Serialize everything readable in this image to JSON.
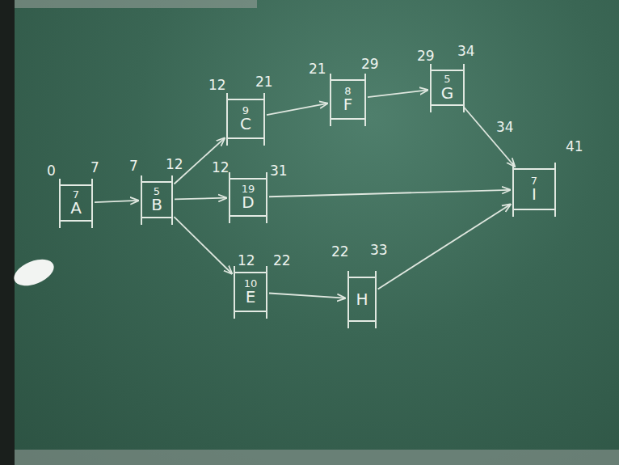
{
  "diagram": {
    "nodes": [
      {
        "text": [
          "7",
          "A"
        ]
      },
      {
        "text": [
          "5",
          "B"
        ]
      },
      {
        "text": [
          "9",
          "C"
        ]
      },
      {
        "text": [
          "19",
          "D"
        ]
      },
      {
        "text": [
          "10",
          "E"
        ]
      },
      {
        "text": [
          "8",
          "F"
        ]
      },
      {
        "text": [
          "5",
          "G"
        ]
      },
      {
        "text": [
          "H"
        ]
      },
      {
        "text": [
          "7",
          "I"
        ]
      }
    ],
    "edges": [
      {
        "from": 0,
        "to": 1,
        "arrow": "to"
      },
      {
        "from": 1,
        "to": 2,
        "arrow": "to"
      },
      {
        "from": 1,
        "to": 3,
        "arrow": "to"
      },
      {
        "from": 1,
        "to": 4,
        "arrow": "to"
      },
      {
        "from": 2,
        "to": 5,
        "arrow": "to"
      },
      {
        "from": 5,
        "to": 6,
        "arrow": "to"
      },
      {
        "from": 6,
        "to": 8,
        "arrow": "to"
      },
      {
        "from": 3,
        "to": 8,
        "arrow": "to"
      },
      {
        "from": 4,
        "to": 7,
        "arrow": "to"
      },
      {
        "from": 7,
        "to": 8,
        "arrow": "to"
      }
    ],
    "labels": [
      "0",
      "7",
      "7",
      "12",
      "12",
      "21",
      "12",
      "31",
      "12",
      "22",
      "21",
      "29",
      "29",
      "34",
      "22",
      "33",
      "34",
      "41"
    ]
  }
}
